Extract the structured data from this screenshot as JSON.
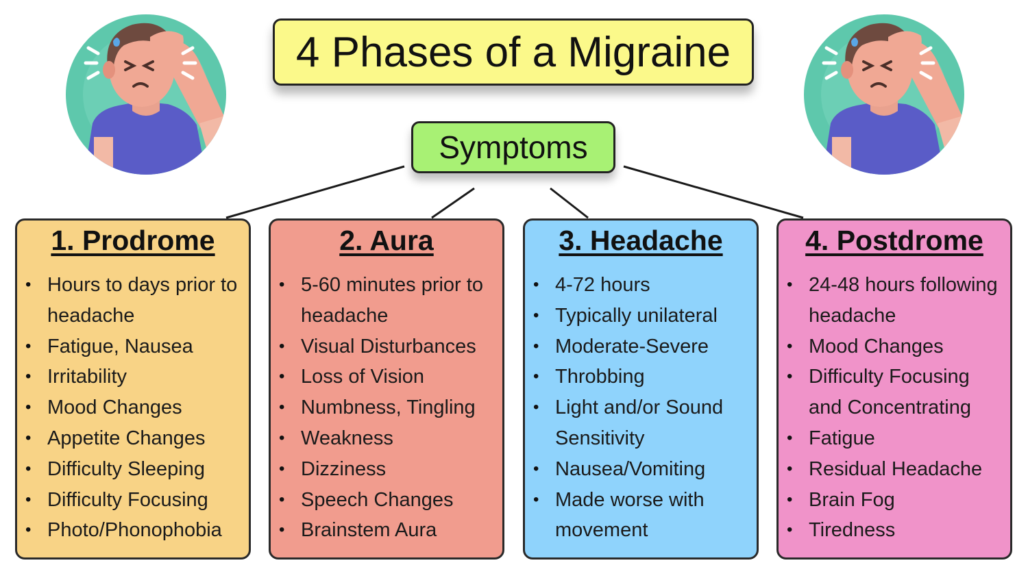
{
  "title": "4 Phases of a Migraine",
  "center": "Symptoms",
  "colors": {
    "title_bg": "#fbf98a",
    "center_bg": "#a8f174",
    "prodrome": "#f8d386",
    "aura": "#f19c8e",
    "headache": "#8fd3fc",
    "postdrome": "#f093c9"
  },
  "icons": [
    "headache-person-icon",
    "headache-person-icon"
  ],
  "phases": [
    {
      "title": "1. Prodrome",
      "items": [
        "Hours to days prior to headache",
        "Fatigue, Nausea",
        "Irritability",
        "Mood Changes",
        "Appetite Changes",
        "Difficulty Sleeping",
        "Difficulty Focusing",
        "Photo/Phonophobia"
      ]
    },
    {
      "title": "2. Aura",
      "items": [
        "5-60 minutes prior to headache",
        "Visual Disturbances",
        "Loss of Vision",
        "Numbness, Tingling",
        "Weakness",
        "Dizziness",
        "Speech Changes",
        "Brainstem Aura"
      ]
    },
    {
      "title": "3. Headache",
      "items": [
        "4-72 hours",
        "Typically unilateral",
        "Moderate-Severe",
        "Throbbing",
        "Light and/or Sound Sensitivity",
        "Nausea/Vomiting",
        "Made worse with movement"
      ]
    },
    {
      "title": "4. Postdrome",
      "items": [
        "24-48 hours following headache",
        "Mood Changes",
        "Difficulty Focusing and Concentrating",
        "Fatigue",
        "Residual Headache",
        "Brain Fog",
        "Tiredness"
      ]
    }
  ]
}
